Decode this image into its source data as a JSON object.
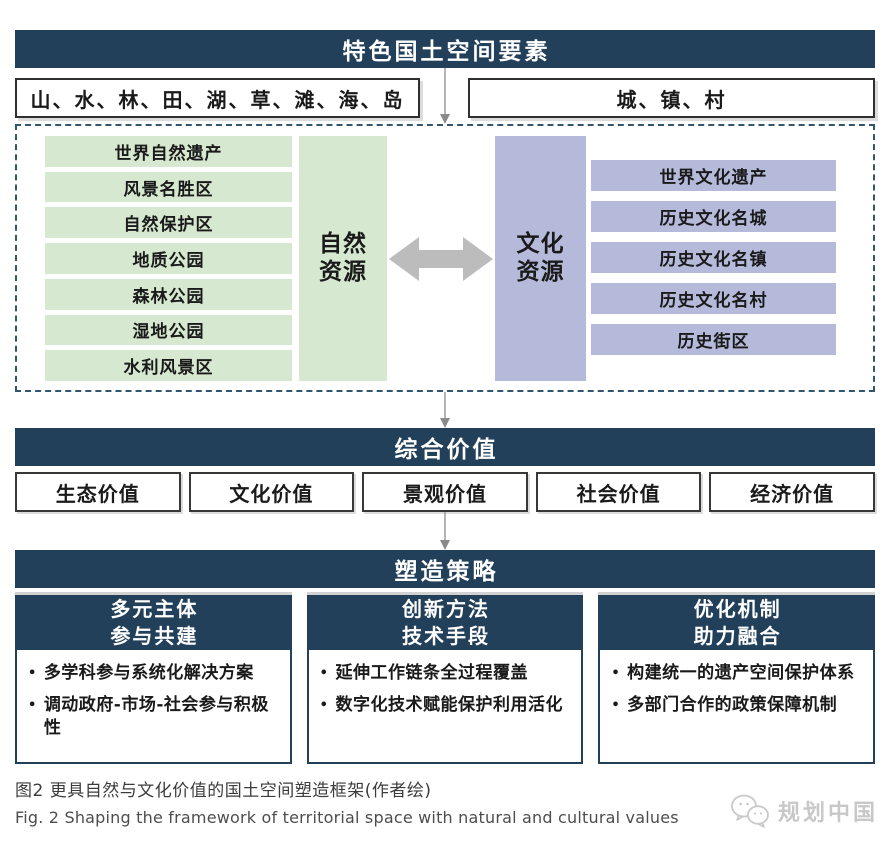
{
  "header": {
    "title": "特色国土空间要素"
  },
  "elements": {
    "left": "山、水、林、田、湖、草、滩、海、岛",
    "right": "城、镇、村"
  },
  "natural": {
    "label_lines": [
      "自然",
      "资源"
    ],
    "items": [
      "世界自然遗产",
      "风景名胜区",
      "自然保护区",
      "地质公园",
      "森林公园",
      "湿地公园",
      "水利风景区"
    ]
  },
  "cultural": {
    "label_lines": [
      "文化",
      "资源"
    ],
    "items": [
      "世界文化遗产",
      "历史文化名城",
      "历史文化名镇",
      "历史文化名村",
      "历史街区"
    ]
  },
  "value": {
    "title": "综合价值",
    "items": [
      "生态价值",
      "文化价值",
      "景观价值",
      "社会价值",
      "经济价值"
    ]
  },
  "strategy": {
    "title": "塑造策略",
    "columns": [
      {
        "title_lines": [
          "多元主体",
          "参与共建"
        ],
        "bullets": [
          "多学科参与系统化解决方案",
          "调动政府-市场-社会参与积极性"
        ]
      },
      {
        "title_lines": [
          "创新方法",
          "技术手段"
        ],
        "bullets": [
          "延伸工作链条全过程覆盖",
          "数字化技术赋能保护利用活化"
        ]
      },
      {
        "title_lines": [
          "优化机制",
          "助力融合"
        ],
        "bullets": [
          "构建统一的遗产空间保护体系",
          "多部门合作的政策保障机制"
        ]
      }
    ]
  },
  "caption": {
    "zh": "图2  更具自然与文化价值的国土空间塑造框架(作者绘)",
    "en": "Fig. 2  Shaping the framework of territorial space with natural and cultural values"
  },
  "logo": {
    "text": "规划中国"
  },
  "colors": {
    "navy": "#23405b",
    "green": "#d6e8d0",
    "purple": "#b5badb",
    "arrow_gray": "#bcbcbc",
    "border_dark": "#2f2f2f",
    "dashed_border": "#33566f",
    "logo_gray": "#c8c8c8"
  }
}
